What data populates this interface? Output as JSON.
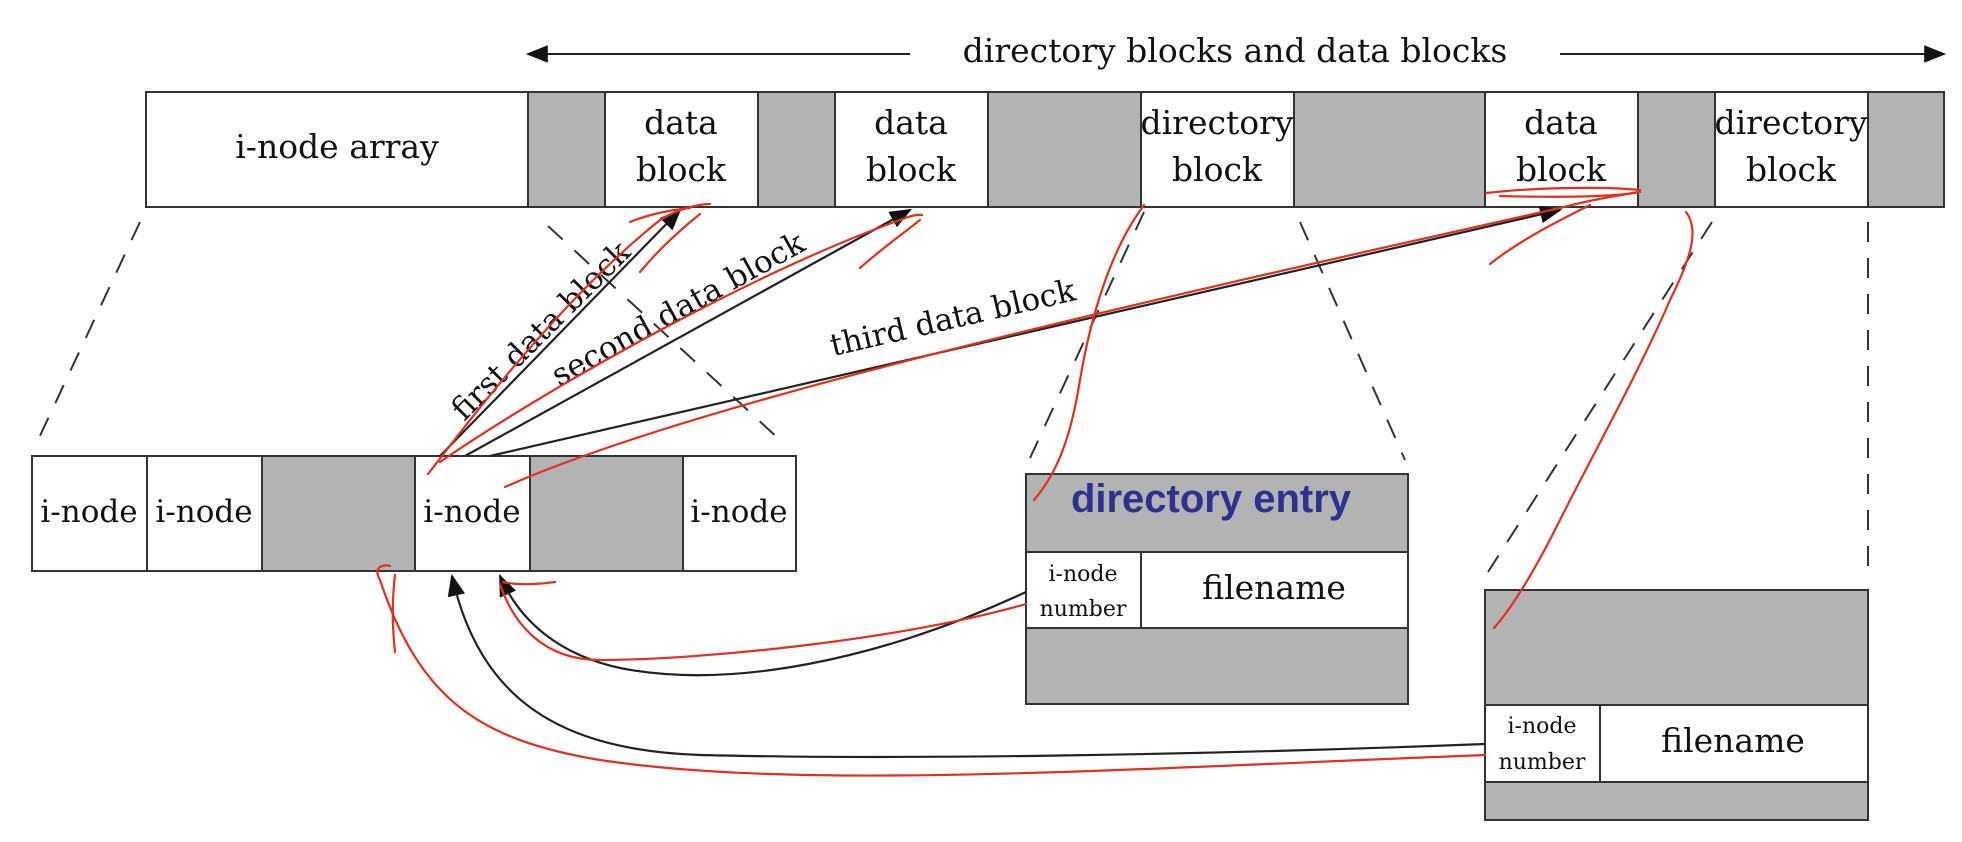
{
  "header": {
    "span_label": "directory blocks and data blocks"
  },
  "disk": {
    "inode_array_label": "i-node array",
    "block_word1": "data",
    "block_word2": "block",
    "dir_word1": "directory",
    "dir_word2": "block"
  },
  "inodes": {
    "label": "i-node"
  },
  "arrows": {
    "first": "first data block",
    "second": "second data block",
    "third": "third data block"
  },
  "dir_entry": {
    "title": "directory  entry",
    "inode_word1": "i-node",
    "inode_word2": "number",
    "filename": "filename"
  },
  "dir_entry2": {
    "inode_word1": "i-node",
    "inode_word2": "number",
    "filename": "filename"
  },
  "colors": {
    "gray_fill": "#b3b3b3",
    "annotation_red": "#e0301e",
    "title_blue": "#2e3192",
    "line": "#222222"
  }
}
